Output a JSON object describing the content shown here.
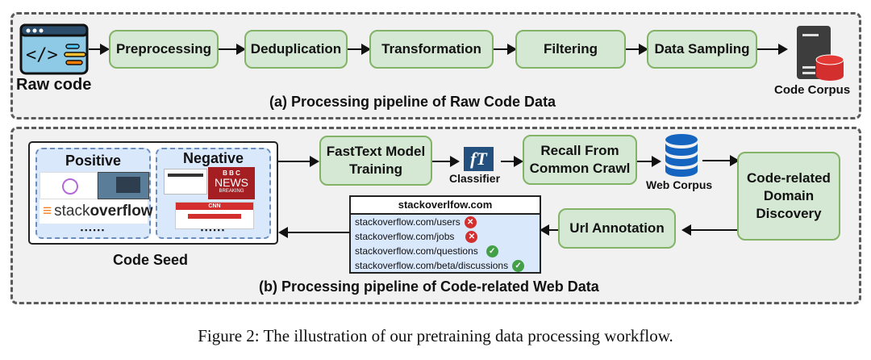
{
  "panel_a": {
    "caption": "(a) Processing pipeline of Raw Code Data",
    "source": {
      "label": "Raw code",
      "icon": "code-window-icon"
    },
    "steps": [
      "Preprocessing",
      "Deduplication",
      "Transformation",
      "Filtering",
      "Data Sampling"
    ],
    "sink": {
      "label": "Code Corpus",
      "icon": "server-database-icon"
    }
  },
  "panel_b": {
    "caption": "(b) Processing pipeline of Code-related Web Data",
    "code_seed": {
      "label": "Code Seed",
      "positive": {
        "title": "Positive",
        "logo_text_light": "stack",
        "logo_text_bold": "overflow",
        "more": "▪▪▪▪▪▪"
      },
      "negative": {
        "title": "Negative",
        "bbc_line1": "B B C",
        "bbc_line2": "NEWS",
        "bbc_line3": "BREAKING",
        "cnn": "CNN",
        "more": "▪▪▪▪▪▪"
      }
    },
    "fasttext": "FastText Model Training",
    "classifier": {
      "label": "Classifier",
      "icon_text": "fT"
    },
    "recall": "Recall From Common Crawl",
    "web_corpus": {
      "label": "Web Corpus",
      "icon": "database-icon"
    },
    "domain_discovery": "Code-related Domain Discovery",
    "url_annotation": "Url Annotation",
    "url_table": {
      "title": "stackoverlfow.com",
      "rows": [
        {
          "url": "stackoverflow.com/users",
          "status": "rejected",
          "mark": "✕"
        },
        {
          "url": "stackoverflow.com/jobs",
          "status": "rejected",
          "mark": "✕"
        },
        {
          "url": "stackoverflow.com/questions",
          "status": "accepted",
          "mark": "✓"
        },
        {
          "url": "stackoverflow.com/beta/discussions",
          "status": "accepted",
          "mark": "✓"
        }
      ]
    }
  },
  "figure_caption": "Figure 2: The illustration of our pretraining data processing workflow.",
  "colors": {
    "box_fill": "#d5e8d4",
    "box_border": "#82b366",
    "seed_fill": "#dae8fc",
    "seed_border": "#6c8ebf",
    "reject": "#d32f2f",
    "accept": "#43a047",
    "db_blue": "#1565c0",
    "corpus_red": "#d32f2f"
  }
}
